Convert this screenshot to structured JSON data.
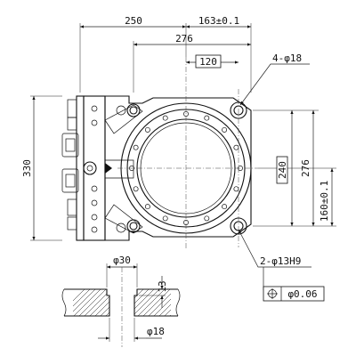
{
  "dimensions": {
    "overall_width": "250",
    "offset_right": "163±0.1",
    "bolt_span_horizontal": "276",
    "inner_span": "120",
    "height_left": "330",
    "inner_height": "240",
    "bolt_span_vertical": "276",
    "offset_vertical": "160±0.1"
  },
  "callouts": {
    "corner_holes": "4-φ18",
    "pin_holes": "2-φ13H9",
    "position_tolerance": "φ0.06"
  },
  "detail": {
    "counterbore_dia": "φ30",
    "depth": "13",
    "hole_dia": "φ18"
  }
}
